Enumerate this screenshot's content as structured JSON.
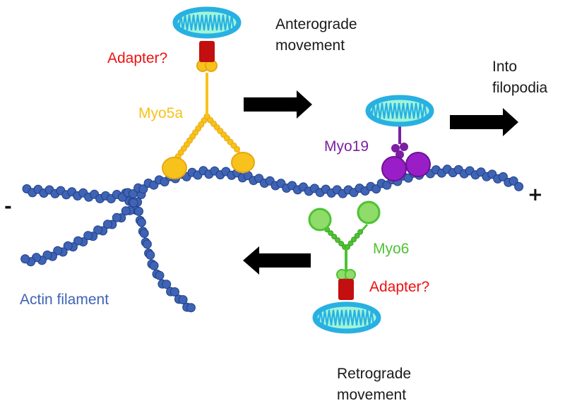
{
  "labels": {
    "anterograde_line1": "Anterograde",
    "anterograde_line2": "movement",
    "into_line1": "Into",
    "into_line2": "filopodia",
    "retrograde_line1": "Retrograde",
    "retrograde_line2": "movement",
    "adapter_top": "Adapter?",
    "adapter_bottom": "Adapter?",
    "myo5a": "Myo5a",
    "myo19": "Myo19",
    "myo6": "Myo6",
    "actin": "Actin filament",
    "minus_end": "-",
    "plus_end": "+"
  },
  "colors": {
    "actin": "#3f63b5",
    "actin_edge": "#1f3f85",
    "mito_fill": "#29b0e3",
    "mito_inner": "#9ff5d8",
    "myo5a": "#f7c21b",
    "myo19": "#7c1fa3",
    "myo6": "#4ec234",
    "adapter": "#c30f0f",
    "adapter_text": "#ee1111",
    "arrow": "#000000"
  }
}
